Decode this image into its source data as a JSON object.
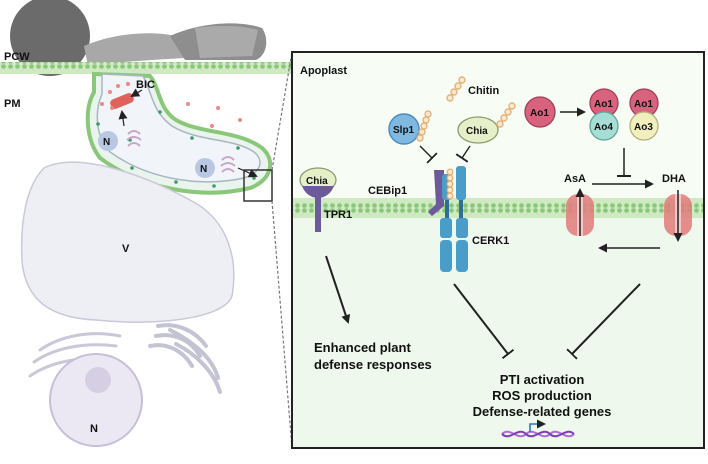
{
  "labels": {
    "pcw": "PCW",
    "pm": "PM",
    "bic": "BIC",
    "nucleus_1": "N",
    "nucleus_2": "N",
    "vacuole": "V",
    "nucleus_plant": "N",
    "apoplast": "Apoplast",
    "chitin": "Chitin",
    "slp1": "Slp1",
    "chia_top": "Chia",
    "chia_left": "Chia",
    "tpr1": "TPR1",
    "cebip1": "CEBip1",
    "cerk1": "CERK1",
    "ao1_a": "Ao1",
    "ao1_b": "Ao1",
    "ao1_c": "Ao1",
    "ao4": "Ao4",
    "ao3": "Ao3",
    "asa": "AsA",
    "dha": "DHA"
  },
  "outcomes": {
    "enhanced_line1": "Enhanced plant",
    "enhanced_line2": "defense responses",
    "pti": "PTI activation",
    "ros": "ROS production",
    "defense_genes": "Defense-related genes"
  },
  "colors": {
    "membrane_green": "#8bc77a",
    "apoplast_bg": "#f3fbf1",
    "cytoplasm_bg": "#eefaf0",
    "receptor_blue": "#4a9cc9",
    "ao1_pink": "#d9637e",
    "ao4_teal": "#a6ddd4",
    "ao3_yellow": "#f2efbf",
    "chia_green": "#e6f0c8",
    "slp1_blue": "#7fb8e0",
    "cebip_purple": "#6d5a9a",
    "transporter_red": "#e27b7b",
    "chitin_orange": "#e5b278",
    "dna_purple": "#b26ad8"
  }
}
